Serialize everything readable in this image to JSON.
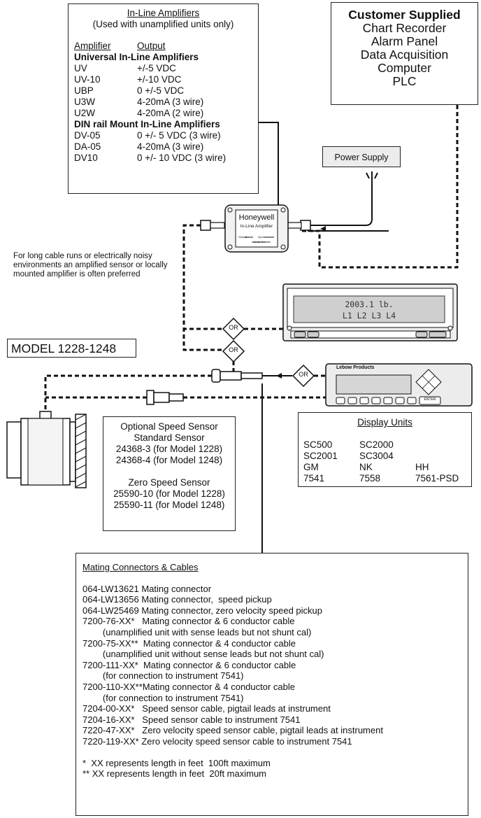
{
  "inline_amplifiers": {
    "title": "In-Line Amplifiers",
    "subtitle": "(Used with unamplified units only)",
    "col_amplifier": "Amplifier",
    "col_output": "Output",
    "universal_header": "Universal In-Line Amplifiers",
    "universal": [
      {
        "model": "UV",
        "output": "+/-5 VDC"
      },
      {
        "model": "UV-10",
        "output": "+/-10 VDC"
      },
      {
        "model": "UBP",
        "output": "0 +/-5 VDC"
      },
      {
        "model": "U3W",
        "output": "4-20mA (3 wire)"
      },
      {
        "model": "U2W",
        "output": "4-20mA (2 wire)"
      }
    ],
    "din_header": "DIN rail Mount In-Line Amplifiers",
    "din": [
      {
        "model": "DV-05",
        "output": "0 +/- 5 VDC (3 wire)"
      },
      {
        "model": "DA-05",
        "output": "4-20mA (3 wire)"
      },
      {
        "model": "DV10",
        "output": "0 +/- 10 VDC (3 wire)"
      }
    ]
  },
  "customer_supplied": {
    "title": "Customer Supplied",
    "items": [
      "Chart Recorder",
      "Alarm Panel",
      "Data Acquisition",
      "Computer",
      "PLC"
    ]
  },
  "power_supply": "Power Supply",
  "amplifier_device": {
    "brand": "Honeywell",
    "name": "In-Line Amplifier",
    "output_label": "Output",
    "input_label": "Input",
    "serial_label": "Serial Number"
  },
  "note": "For long cable runs or electrically noisy environments an amplified sensor or locally mounted amplifier is often preferred",
  "display_device": {
    "line1": "2003.1 lb.",
    "line2": "L1 L2 L3 L4"
  },
  "or_label": "OR",
  "model": "MODEL 1228-1248",
  "lebow_device": {
    "brand": "Lebow Products",
    "enter": "ENTER"
  },
  "speed_sensor": {
    "optional_title": "Optional Speed Sensor",
    "standard_title": "Standard Sensor",
    "standard": [
      "24368-3 (for Model 1228)",
      "24368-4 (for Model 1248)"
    ],
    "zero_title": "Zero Speed Sensor",
    "zero": [
      "25590-10 (for Model 1228)",
      "25590-11 (for Model 1248)"
    ]
  },
  "display_units": {
    "title": "Display Units",
    "rows": [
      [
        "SC500",
        "SC2000",
        ""
      ],
      [
        "SC2001",
        "SC3004",
        ""
      ],
      [
        "GM",
        "NK",
        "HH"
      ],
      [
        "7541",
        "7558",
        "7561-PSD"
      ]
    ]
  },
  "mating": {
    "title": "Mating Connectors & Cables",
    "rows": [
      "064-LW13621 Mating connector",
      "064-LW13656 Mating connector,  speed pickup",
      "064-LW25469 Mating connector, zero velocity speed pickup",
      "7200-76-XX*   Mating connector & 6 conductor cable",
      "        (unamplified unit with sense leads but not shunt cal)",
      "7200-75-XX**  Mating connector & 4 conductor cable",
      "        (unamplified unit without sense leads but not shunt cal)",
      "7200-111-XX*  Mating connector & 6 conductor cable",
      "        (for connection to instrument 7541)",
      "7200-110-XX**Mating connector & 4 conductor cable",
      "        (for connection to instrument 7541)",
      "7204-00-XX*   Speed sensor cable, pigtail leads at instrument",
      "7204-16-XX*   Speed sensor cable to instrument 7541",
      "7220-47-XX*   Zero velocity speed sensor cable, pigtail leads at instrument",
      "7220-119-XX* Zero velocity speed sensor cable to instrument 7541"
    ],
    "footnotes": [
      "*  XX represents length in feet  100ft maximum",
      "** XX represents length in feet  20ft maximum"
    ]
  }
}
